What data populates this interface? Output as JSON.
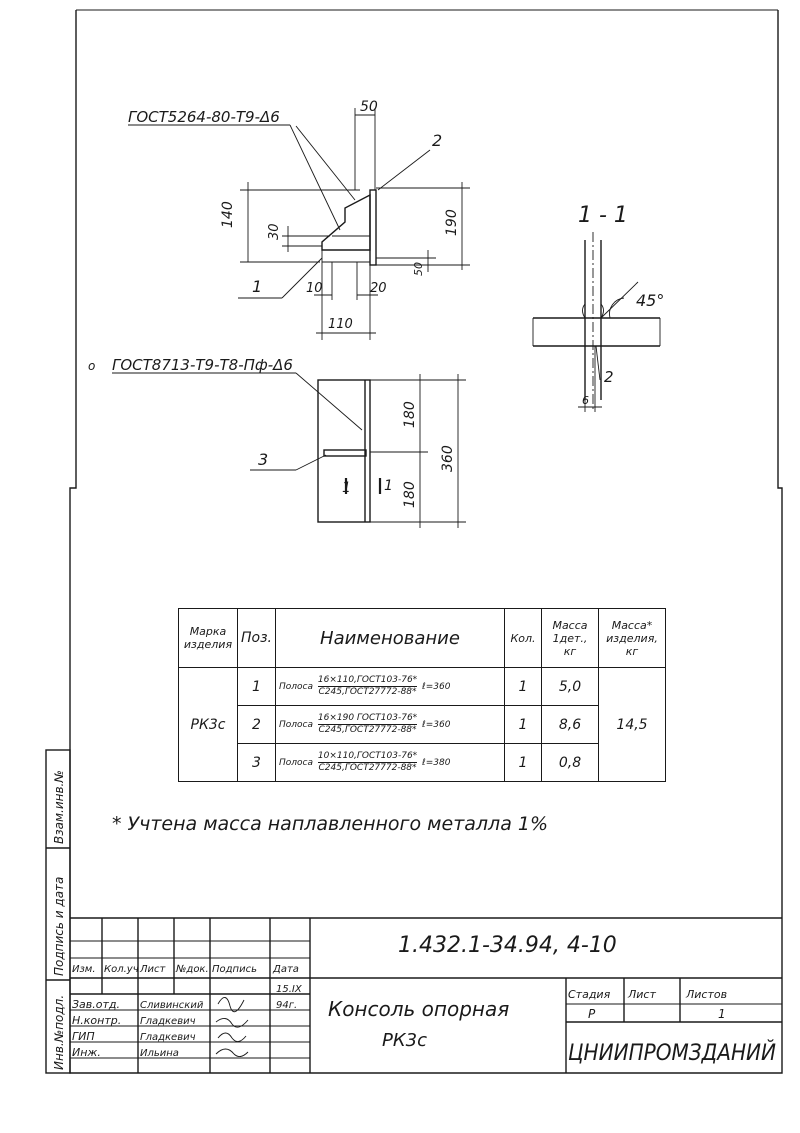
{
  "drawing": {
    "weld_note_1": "ГОСТ5264-80-Т9-Δ6",
    "weld_note_2": "ГОСТ8713-Т9-Т8-Пф-Δ6",
    "weld_circle": "о",
    "callouts": {
      "c1": "1",
      "c2": "2",
      "c3": "3",
      "c2b": "2"
    },
    "dimensions": {
      "d50": "50",
      "d140": "140",
      "d30": "30",
      "d190": "190",
      "d50b": "50",
      "d10": "10",
      "d20": "20",
      "d110": "110",
      "d180a": "180",
      "d360": "360",
      "d180b": "180",
      "d6": "6"
    },
    "section_marks": {
      "s1": "1",
      "s1b": "1"
    },
    "section_title": "1 - 1",
    "angle": "45°"
  },
  "table": {
    "headers": {
      "mark": "Марка изделия",
      "pos": "Поз.",
      "name": "Наименование",
      "qty": "Кол.",
      "mass_one": "Масса 1дет., кг",
      "mass_total": "Масса* изделия, кг"
    },
    "mark_value": "РК3с",
    "total_mass": "14,5",
    "rows": [
      {
        "pos": "1",
        "name_prefix": "Полоса",
        "frac_top": "16×110,ГОСТ103-76*",
        "frac_bottom": "С245,ГОСТ27772-88*",
        "length": "ℓ=360",
        "qty": "1",
        "mass": "5,0"
      },
      {
        "pos": "2",
        "name_prefix": "Полоса",
        "frac_top": "16×190 ГОСТ103-76*",
        "frac_bottom": "С245,ГОСТ27772-88*",
        "length": "ℓ=360",
        "qty": "1",
        "mass": "8,6"
      },
      {
        "pos": "3",
        "name_prefix": "Полоса",
        "frac_top": "10×110,ГОСТ103-76*",
        "frac_bottom": "С245,ГОСТ27772-88*",
        "length": "ℓ=380",
        "qty": "1",
        "mass": "0,8"
      }
    ]
  },
  "note": "* Учтена масса наплавленного металла 1%",
  "side_stamp": {
    "c1": "Инв.№подл.",
    "c2": "Подпись и дата",
    "c3": "Взам.инв.№"
  },
  "title_block": {
    "doc_code": "1.432.1-34.94, 4-10",
    "hdr": {
      "izm": "Изм.",
      "kol": "Кол.уч",
      "list": "Лист",
      "doc": "№док.",
      "sign": "Подпись",
      "date": "Дата"
    },
    "roles": [
      "Зав.отд.",
      "Н.контр.",
      "ГИП",
      "Инж."
    ],
    "names": [
      "Сливинский",
      "Гладкевич",
      "Гладкевич",
      "Ильина"
    ],
    "date_vals": [
      "15.IX",
      "94г."
    ],
    "title_line1": "Консоль опорная",
    "title_line2": "РК3с",
    "stage_label": "Стадия",
    "sheet_label": "Лист",
    "sheets_label": "Листов",
    "stage_value": "Р",
    "sheets_value": "1",
    "org": "ЦНИИПРОМЗДАНИЙ"
  }
}
